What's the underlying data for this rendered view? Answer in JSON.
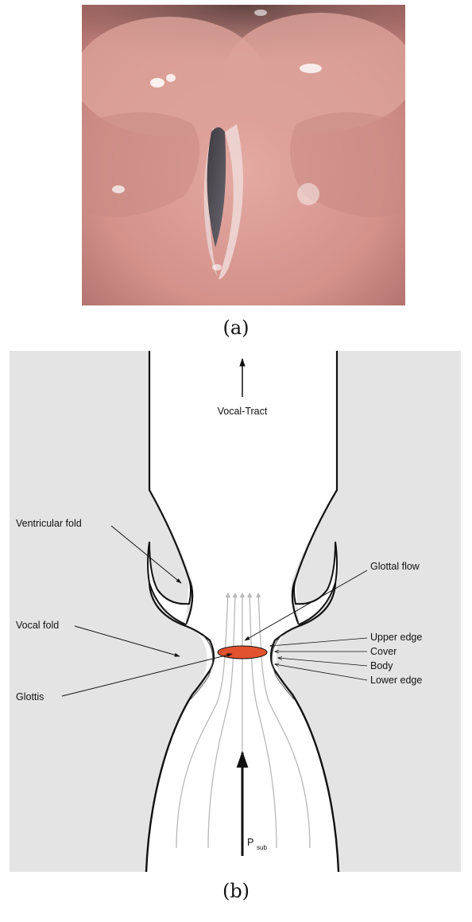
{
  "captions": {
    "a": "(a)",
    "b": "(b)"
  },
  "labels": {
    "vocal_tract": "Vocal-Tract",
    "ventricular_fold": "Ventricular fold",
    "vocal_fold": "Vocal fold",
    "glottis": "Glottis",
    "glottal_flow": "Glottal flow",
    "upper_edge": "Upper edge",
    "cover": "Cover",
    "body": "Body",
    "lower_edge": "Lower edge",
    "p": "P",
    "p_sub": "sub"
  },
  "colors": {
    "diagram_background": "#e4e4e4",
    "glottis_fill": "#e2522e",
    "flow_lines": "#b8b8b8",
    "tissue_photo": "#d99a92"
  }
}
